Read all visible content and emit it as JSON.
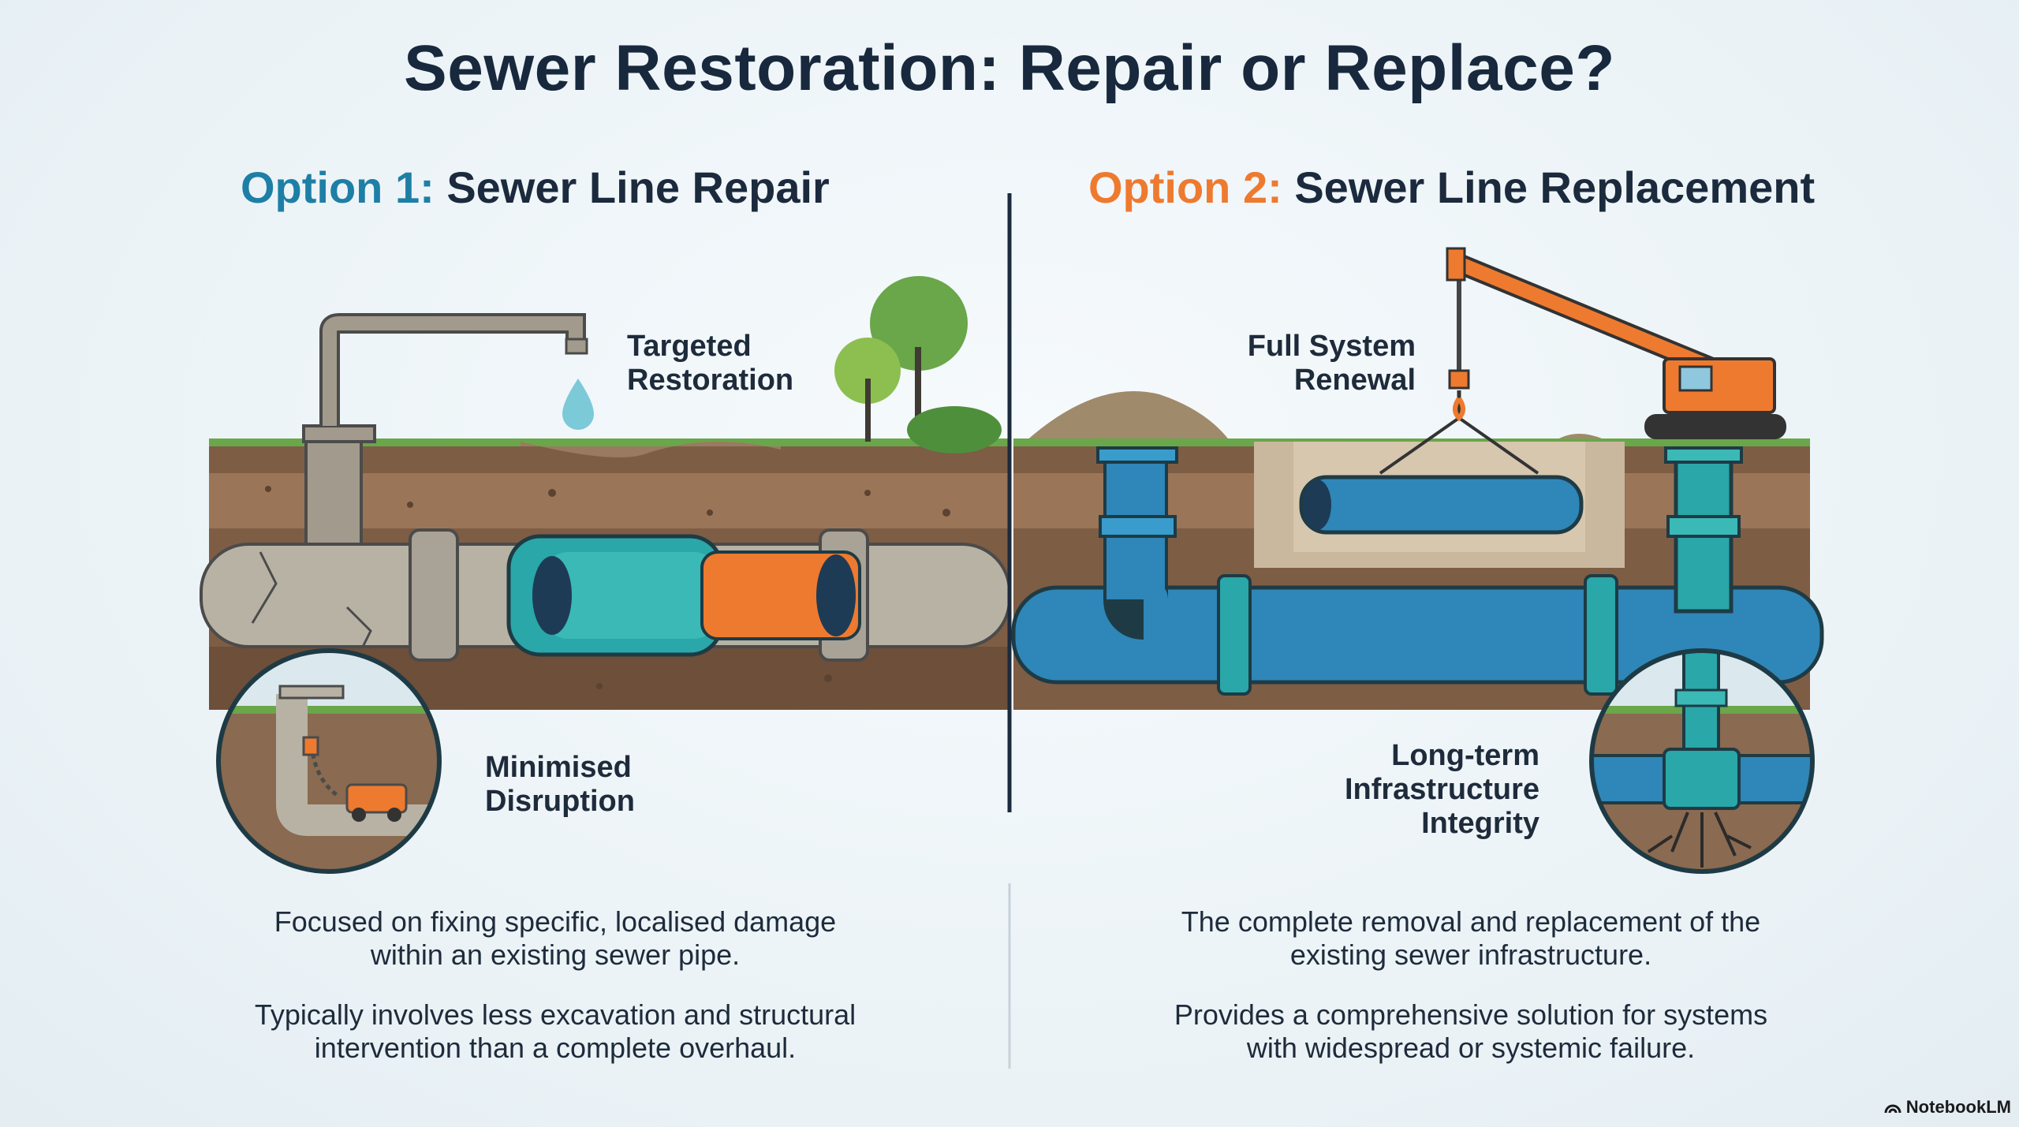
{
  "title": "Sewer Restoration: Repair or Replace?",
  "option1": {
    "prefix": "Option 1:",
    "name": "Sewer Line Repair",
    "label_targeted_l1": "Targeted",
    "label_targeted_l2": "Restoration",
    "label_minimised_l1": "Minimised",
    "label_minimised_l2": "Disruption",
    "desc_a_l1": "Focused on fixing specific, localised damage",
    "desc_a_l2": "within an existing sewer pipe.",
    "desc_b_l1": "Typically involves less excavation and structural",
    "desc_b_l2": "intervention than a complete overhaul."
  },
  "option2": {
    "prefix": "Option 2:",
    "name": "Sewer Line Replacement",
    "label_full_l1": "Full System",
    "label_full_l2": "Renewal",
    "label_long_l1": "Long-term",
    "label_long_l2": "Infrastructure",
    "label_long_l3": "Integrity",
    "desc_a_l1": "The complete removal and replacement of the",
    "desc_a_l2": "existing sewer infrastructure.",
    "desc_b_l1": "Provides a comprehensive solution for systems",
    "desc_b_l2": "with widespread or systemic failure."
  },
  "brand": "NotebookLM",
  "colors": {
    "teal": "#2aa7a8",
    "blue": "#2f86b8",
    "orange": "#ee7a2f",
    "soil": "#8a6a50",
    "grass": "#6aa64a"
  }
}
